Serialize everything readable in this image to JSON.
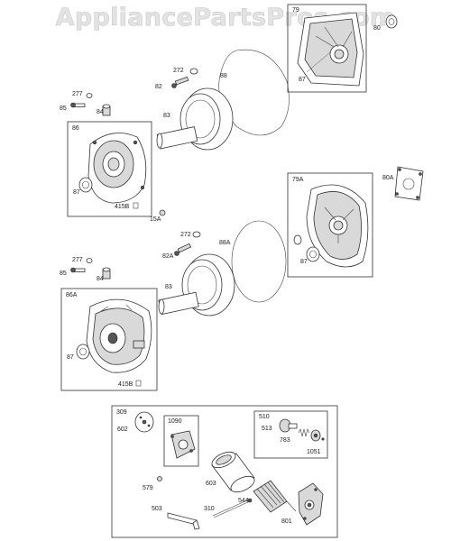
{
  "watermark": "AppliancePartsPros.com",
  "box_labels": {
    "b79": "79",
    "b86": "86",
    "b79A": "79A",
    "b86A": "86A",
    "b309": "309",
    "b1090": "1090",
    "b510": "510"
  },
  "part_labels": {
    "p80": "80",
    "p87_top": "87",
    "p88": "88",
    "p272_top": "272",
    "p82": "82",
    "p83_top": "83",
    "p277_top": "277",
    "p85_top": "85",
    "p84_top": "84",
    "p87_86": "87",
    "p415B_top": "415B",
    "p15A": "15A",
    "p80A": "80A",
    "p87_79A": "87",
    "p272_mid": "272",
    "p82A": "82A",
    "p88A": "88A",
    "p83_mid": "83",
    "p277_mid": "277",
    "p85_mid": "85",
    "p84_mid": "84",
    "p87_86A": "87",
    "p415B_mid": "415B",
    "p602": "602",
    "p513": "513",
    "p783": "783",
    "p1051": "1051",
    "p579": "579",
    "p603": "603",
    "p544": "544",
    "p503": "503",
    "p310": "310",
    "p801": "801"
  }
}
